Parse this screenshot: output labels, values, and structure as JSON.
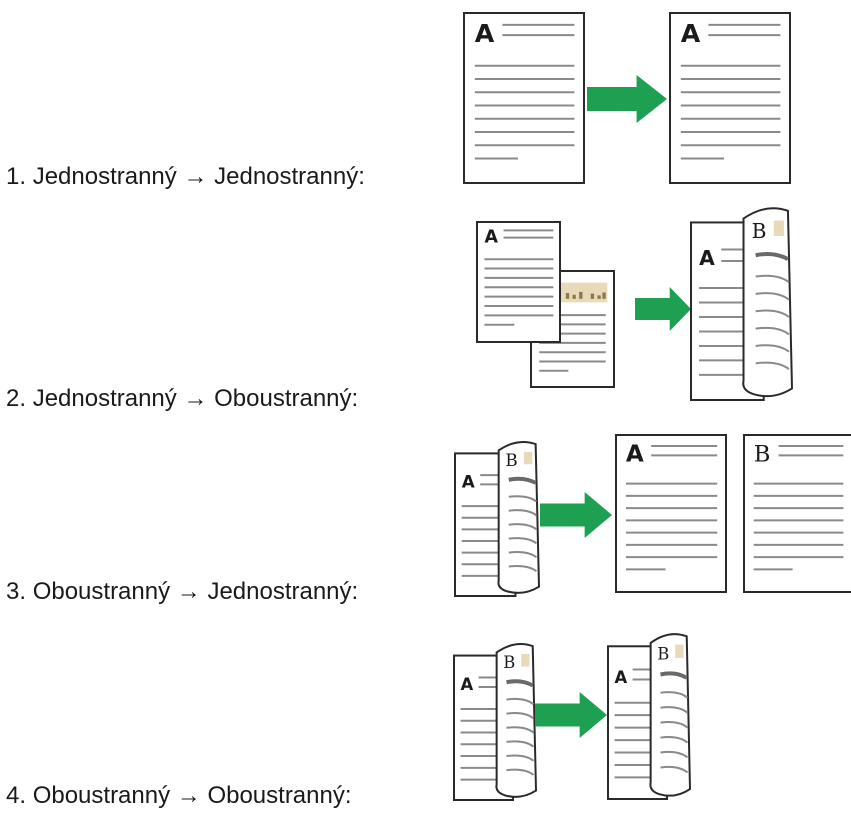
{
  "rows": [
    {
      "number": "1.",
      "label": "Jednostranný → Jednostranný:",
      "mode": "simplex-to-simplex"
    },
    {
      "number": "2.",
      "label": "Jednostranný → Oboustranný:",
      "mode": "simplex-to-duplex"
    },
    {
      "number": "3.",
      "label": "Oboustranný → Jednostranný:",
      "mode": "duplex-to-simplex"
    },
    {
      "number": "4.",
      "label": "Oboustranný → Oboustranný:",
      "mode": "duplex-to-duplex"
    }
  ],
  "page_letters": {
    "front": "A",
    "back": "B"
  },
  "colors": {
    "arrow": "#1ea052",
    "page_border": "#2a2a2a",
    "text_lines": "#8a8a8a",
    "fold_accent": "#6a6a6a",
    "chart_box": "#e8d9b8",
    "chart_bars": "#8a7a4a"
  },
  "icons": [
    "document-page-icon",
    "arrow-right-icon",
    "duplex-page-icon",
    "photo-page-icon"
  ]
}
